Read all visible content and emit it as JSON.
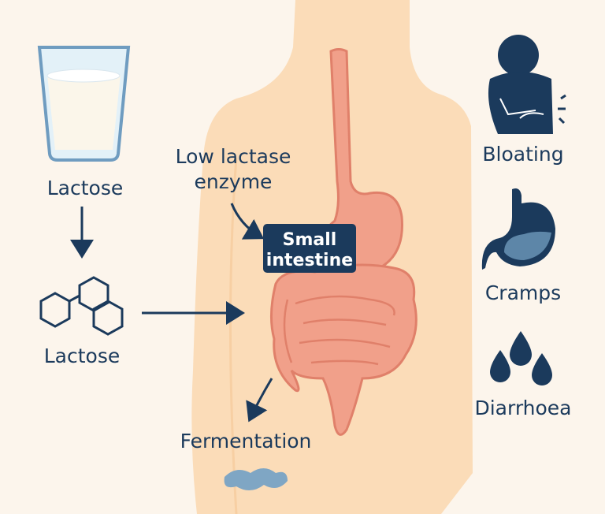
{
  "left": {
    "milk_label": "Lactose",
    "molecule_label": "Lactose"
  },
  "center": {
    "enzyme_label_line1": "Low lactase",
    "enzyme_label_line2": "enzyme",
    "organ_label_line1": "Small",
    "organ_label_line2": "intestine",
    "fermentation_label": "Fermentation"
  },
  "symptoms": [
    {
      "label": "Bloating",
      "icon": "bloating-person-icon"
    },
    {
      "label": "Cramps",
      "icon": "stomach-icon"
    },
    {
      "label": "Diarrhoea",
      "icon": "droplets-icon"
    }
  ],
  "colors": {
    "navy": "#1b3a5c",
    "skin": "#fbdcb8",
    "gut": "#f1a08a",
    "background": "#fcf5ec"
  }
}
